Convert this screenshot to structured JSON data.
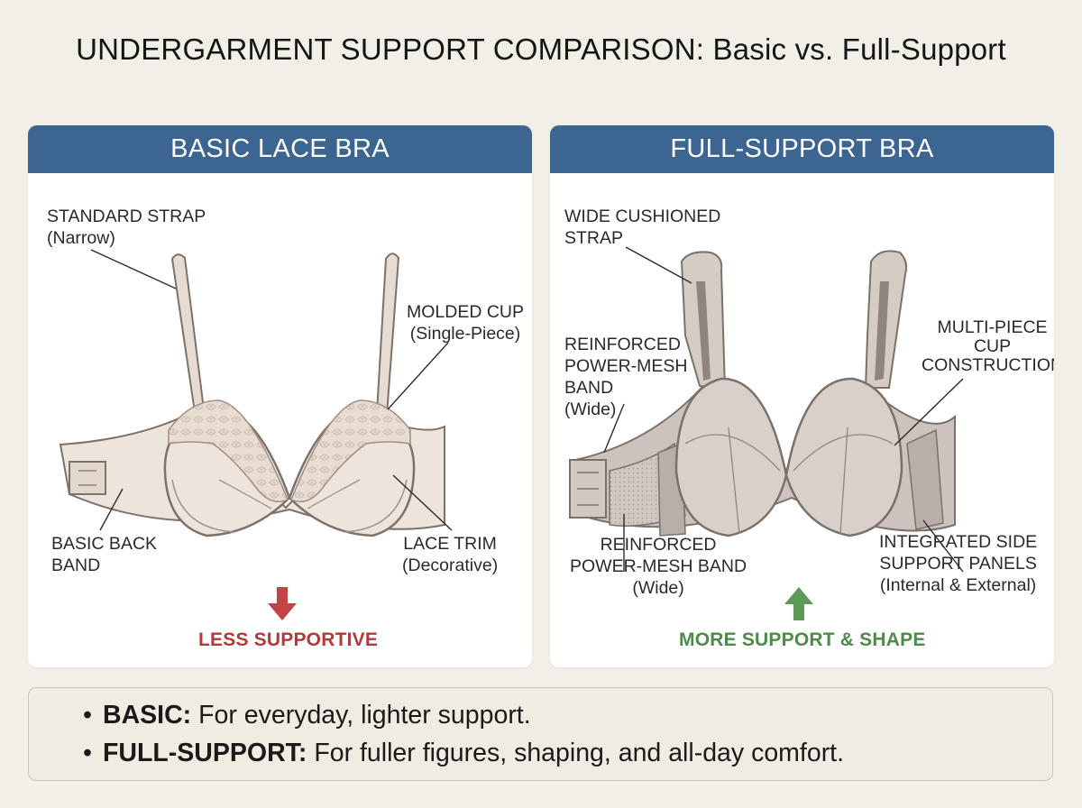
{
  "title": "UNDERGARMENT SUPPORT COMPARISON: Basic vs. Full-Support",
  "panels": {
    "basic": {
      "header": "BASIC LACE BRA",
      "labels": {
        "strap": [
          "STANDARD STRAP",
          "(Narrow)"
        ],
        "cup": [
          "MOLDED CUP",
          "(Single-Piece)"
        ],
        "band": [
          "BASIC BACK",
          "BAND"
        ],
        "trim": [
          "LACE TRIM",
          "(Decorative)"
        ]
      },
      "verdict": "LESS SUPPORTIVE",
      "verdict_color": "#b23a3a"
    },
    "full": {
      "header": "FULL-SUPPORT BRA",
      "labels": {
        "strap": [
          "WIDE CUSHIONED",
          "STRAP"
        ],
        "band_upper": [
          "REINFORCED",
          "POWER-MESH",
          "BAND",
          "(Wide)"
        ],
        "cup": [
          "MULTI-PIECE",
          "CUP",
          "CONSTRUCTION"
        ],
        "band_lower": [
          "REINFORCED",
          "POWER-MESH BAND",
          "(Wide)"
        ],
        "side": [
          "INTEGRATED SIDE",
          "SUPPORT PANELS",
          "(Internal & External)"
        ]
      },
      "verdict": "MORE SUPPORT & SHAPE",
      "verdict_color": "#4f8a4b"
    }
  },
  "notes": [
    {
      "term": "BASIC:",
      "text": "For everyday, lighter support."
    },
    {
      "term": "FULL-SUPPORT:",
      "text": "For fuller figures, shaping, and all-day comfort."
    }
  ],
  "colors": {
    "header_blue": "#3d6591",
    "background": "#f2efe6",
    "basic_fabric": "#ede4dc",
    "full_fabric": "#d8d1ca"
  }
}
